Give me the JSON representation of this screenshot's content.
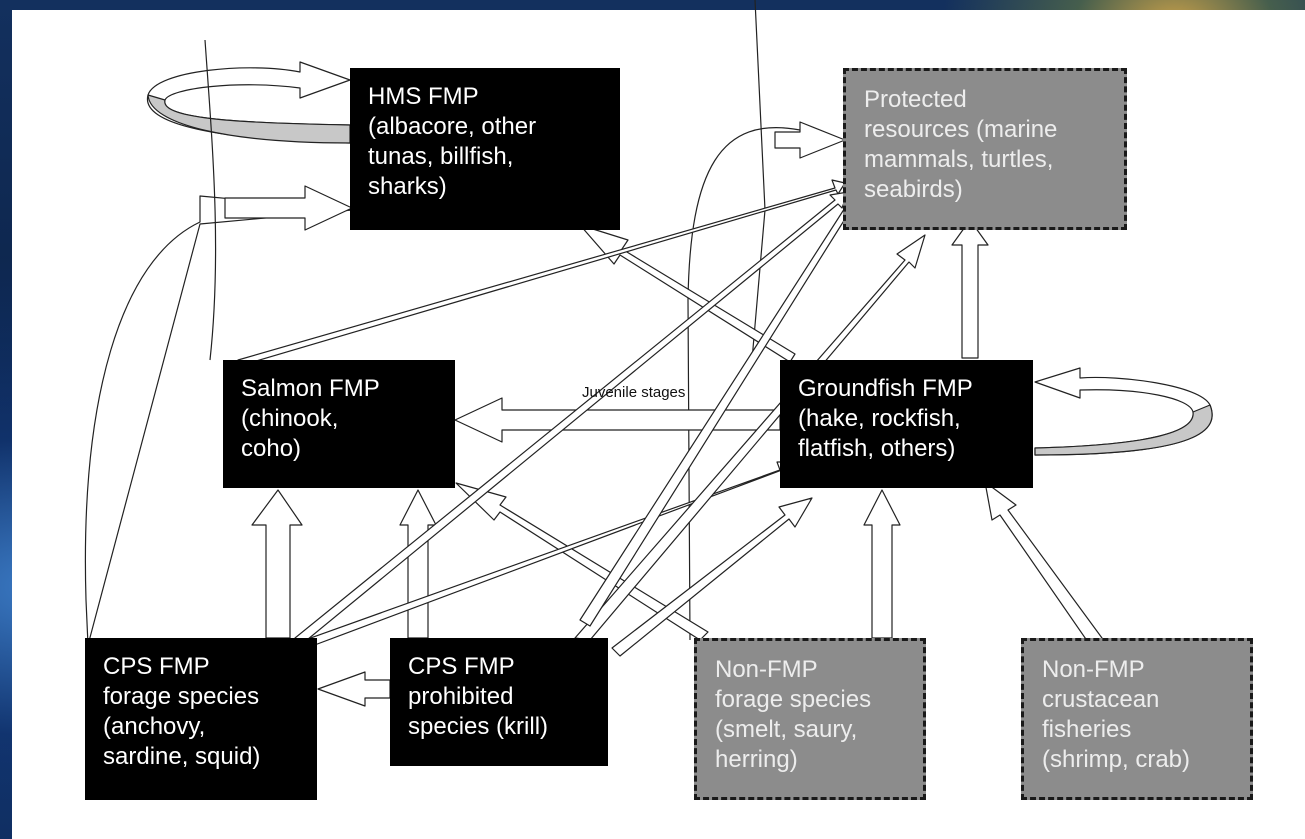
{
  "boxes": {
    "hms": {
      "lines": [
        "HMS FMP",
        "(albacore, other",
        "tunas, billfish,",
        "sharks)"
      ]
    },
    "protected": {
      "lines": [
        "Protected",
        "resources (marine",
        "mammals, turtles,",
        "seabirds)"
      ]
    },
    "salmon": {
      "lines": [
        "Salmon FMP",
        "(chinook,",
        "coho)"
      ]
    },
    "groundfish": {
      "lines": [
        "Groundfish FMP",
        "(hake, rockfish,",
        "flatfish, others)"
      ]
    },
    "cps_forage": {
      "lines": [
        "CPS FMP",
        "forage species",
        "(anchovy,",
        "sardine, squid)"
      ]
    },
    "cps_prohibited": {
      "lines": [
        "CPS FMP",
        "prohibited",
        "species (krill)"
      ]
    },
    "nonfmp_forage": {
      "lines": [
        "Non-FMP",
        "forage species",
        "(smelt, saury,",
        "herring)"
      ]
    },
    "nonfmp_crustacean": {
      "lines": [
        "Non-FMP",
        "crustacean",
        "fisheries",
        "(shrimp, crab)"
      ]
    }
  },
  "edge_labels": {
    "juvenile": "Juvenile stages"
  },
  "colors": {
    "fmp_box": "#000000",
    "non_fmp_box": "#8c8c8c",
    "arrow_fill": "#ffffff",
    "loop_band": "#c8c8c8"
  }
}
